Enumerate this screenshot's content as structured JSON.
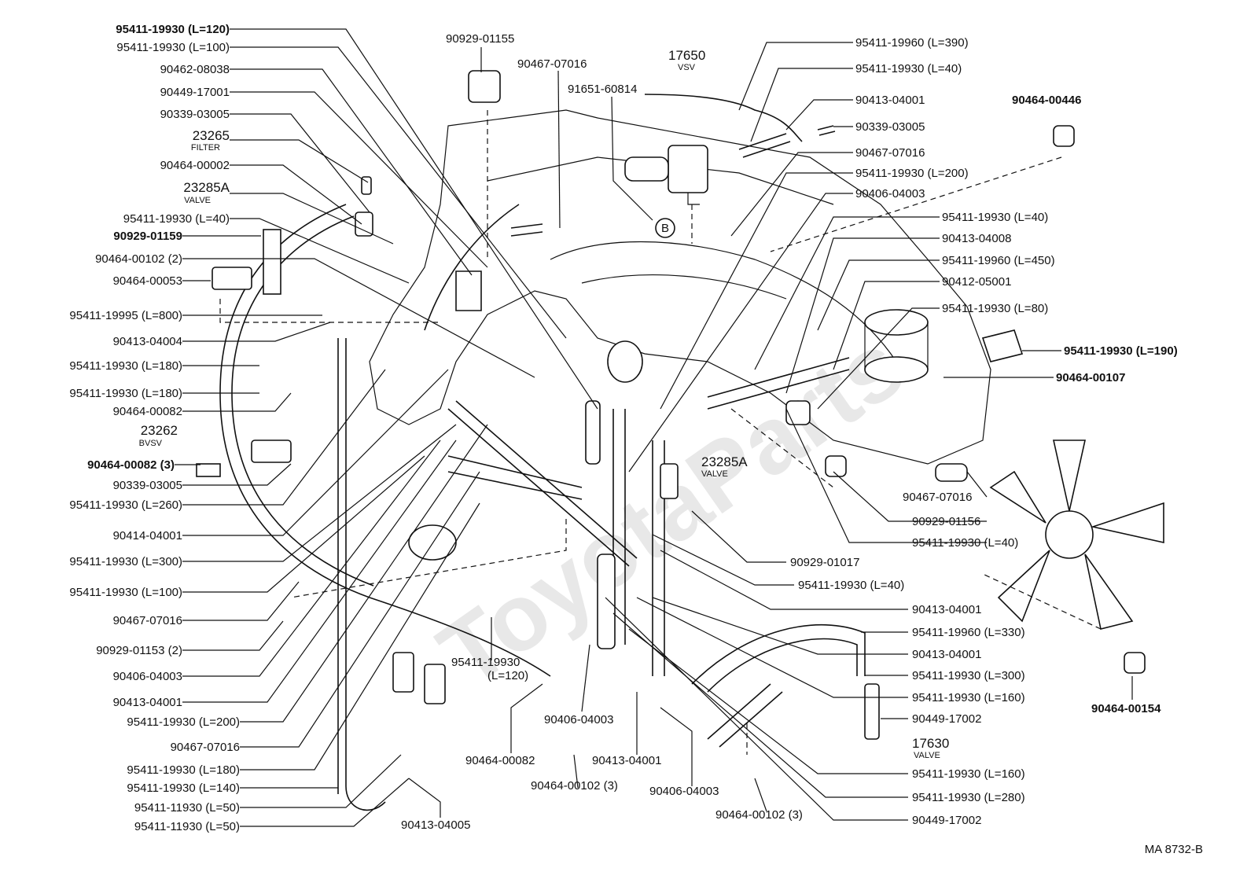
{
  "watermark": "ToyotaParts",
  "diagram_code": "MA 8732-B",
  "callout_B": "B",
  "labels_left": [
    {
      "id": "l1",
      "text": "95411-19930 (L=120)",
      "bold": true
    },
    {
      "id": "l2",
      "text": "95411-19930 (L=100)"
    },
    {
      "id": "l3",
      "text": "90462-08038"
    },
    {
      "id": "l4",
      "text": "90449-17001"
    },
    {
      "id": "l5",
      "text": "90339-03005"
    },
    {
      "id": "l6",
      "text": "90464-00002"
    },
    {
      "id": "l7",
      "text": "95411-19930 (L=40)"
    },
    {
      "id": "l8",
      "text": "90929-01159",
      "bold": true
    },
    {
      "id": "l9",
      "text": "90464-00102 (2)"
    },
    {
      "id": "l10",
      "text": "90464-00053"
    },
    {
      "id": "l11",
      "text": "95411-19995 (L=800)"
    },
    {
      "id": "l12",
      "text": "90413-04004"
    },
    {
      "id": "l13",
      "text": "95411-19930 (L=180)"
    },
    {
      "id": "l14",
      "text": "95411-19930 (L=180)"
    },
    {
      "id": "l15",
      "text": "90464-00082"
    },
    {
      "id": "l16",
      "text": "90464-00082 (3)",
      "bold": true
    },
    {
      "id": "l17",
      "text": "90339-03005"
    },
    {
      "id": "l18",
      "text": "95411-19930 (L=260)"
    },
    {
      "id": "l19",
      "text": "90414-04001"
    },
    {
      "id": "l20",
      "text": "95411-19930 (L=300)"
    },
    {
      "id": "l21",
      "text": "95411-19930 (L=100)"
    },
    {
      "id": "l22",
      "text": "90467-07016"
    },
    {
      "id": "l23",
      "text": "90929-01153 (2)"
    },
    {
      "id": "l24",
      "text": "90406-04003"
    },
    {
      "id": "l25",
      "text": "90413-04001"
    },
    {
      "id": "l26",
      "text": "95411-19930 (L=200)"
    },
    {
      "id": "l27",
      "text": "90467-07016"
    },
    {
      "id": "l28",
      "text": "95411-19930 (L=180)"
    },
    {
      "id": "l29",
      "text": "95411-19930 (L=140)"
    },
    {
      "id": "l30",
      "text": "95411-11930 (L=50)"
    },
    {
      "id": "l31",
      "text": "95411-11930 (L=50)"
    }
  ],
  "part_numbers_left": [
    {
      "id": "p1",
      "number": "23265",
      "name": "FILTER"
    },
    {
      "id": "p2",
      "number": "23285A",
      "name": "VALVE"
    },
    {
      "id": "p3",
      "number": "23262",
      "name": "BVSV"
    }
  ],
  "labels_right": [
    {
      "id": "r1",
      "text": "95411-19960 (L=390)"
    },
    {
      "id": "r2",
      "text": "95411-19930 (L=40)"
    },
    {
      "id": "r3",
      "text": "90413-04001"
    },
    {
      "id": "r4",
      "text": "90339-03005"
    },
    {
      "id": "r5",
      "text": "90467-07016"
    },
    {
      "id": "r6",
      "text": "95411-19930 (L=200)"
    },
    {
      "id": "r7",
      "text": "90406-04003"
    },
    {
      "id": "r8",
      "text": "95411-19930 (L=40)"
    },
    {
      "id": "r9",
      "text": "90413-04008"
    },
    {
      "id": "r10",
      "text": "95411-19960 (L=450)"
    },
    {
      "id": "r11",
      "text": "90412-05001"
    },
    {
      "id": "r12",
      "text": "95411-19930 (L=80)"
    },
    {
      "id": "r13",
      "text": "95411-19930 (L=190)",
      "bold": true
    },
    {
      "id": "r14",
      "text": "90464-00107",
      "bold": true
    },
    {
      "id": "r15",
      "text": "90467-07016"
    },
    {
      "id": "r16",
      "text": "90929-01156"
    },
    {
      "id": "r17",
      "text": "95411-19930 (L=40)"
    },
    {
      "id": "r18",
      "text": "90929-01017"
    },
    {
      "id": "r19",
      "text": "95411-19930 (L=40)"
    },
    {
      "id": "r20",
      "text": "90413-04001"
    },
    {
      "id": "r21",
      "text": "95411-19960 (L=330)"
    },
    {
      "id": "r22",
      "text": "90413-04001"
    },
    {
      "id": "r23",
      "text": "95411-19930 (L=300)"
    },
    {
      "id": "r24",
      "text": "95411-19930 (L=160)"
    },
    {
      "id": "r25",
      "text": "90449-17002"
    },
    {
      "id": "r26",
      "text": "95411-19930 (L=160)"
    },
    {
      "id": "r27",
      "text": "95411-19930 (L=280)"
    },
    {
      "id": "r28",
      "text": "90449-17002"
    },
    {
      "id": "r29",
      "text": "90464-00154",
      "bold": true
    },
    {
      "id": "r30",
      "text": "90464-00446",
      "bold": true
    }
  ],
  "part_numbers_right": [
    {
      "id": "q1",
      "number": "17650",
      "name": "VSV"
    },
    {
      "id": "q2",
      "number": "23285A",
      "name": "VALVE"
    },
    {
      "id": "q3",
      "number": "17630",
      "name": "VALVE"
    }
  ],
  "labels_top": [
    {
      "id": "t1",
      "text": "90929-01155"
    },
    {
      "id": "t2",
      "text": "90467-07016"
    },
    {
      "id": "t3",
      "text": "91651-60814"
    }
  ],
  "labels_bottom": [
    {
      "id": "b1",
      "text": "95411-19930"
    },
    {
      "id": "b1b",
      "text": "(L=120)"
    },
    {
      "id": "b2",
      "text": "90406-04003"
    },
    {
      "id": "b3",
      "text": "90464-00082"
    },
    {
      "id": "b4",
      "text": "90413-04001"
    },
    {
      "id": "b5",
      "text": "90464-00102 (3)"
    },
    {
      "id": "b6",
      "text": "90406-04003"
    },
    {
      "id": "b7",
      "text": "90464-00102 (3)"
    },
    {
      "id": "b8",
      "text": "90413-04005"
    }
  ]
}
